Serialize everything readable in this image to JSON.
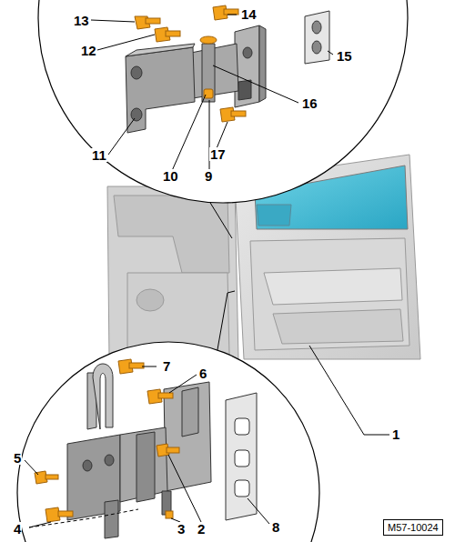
{
  "diagram": {
    "nodes": [
      {
        "text": [
          "M57-10024"
        ]
      }
    ],
    "labels": [
      "13",
      "14",
      "12",
      "15",
      "16",
      "11",
      "17",
      "10",
      "9",
      "7",
      "6",
      "1",
      "5",
      "4",
      "3",
      "2",
      "8"
    ]
  }
}
